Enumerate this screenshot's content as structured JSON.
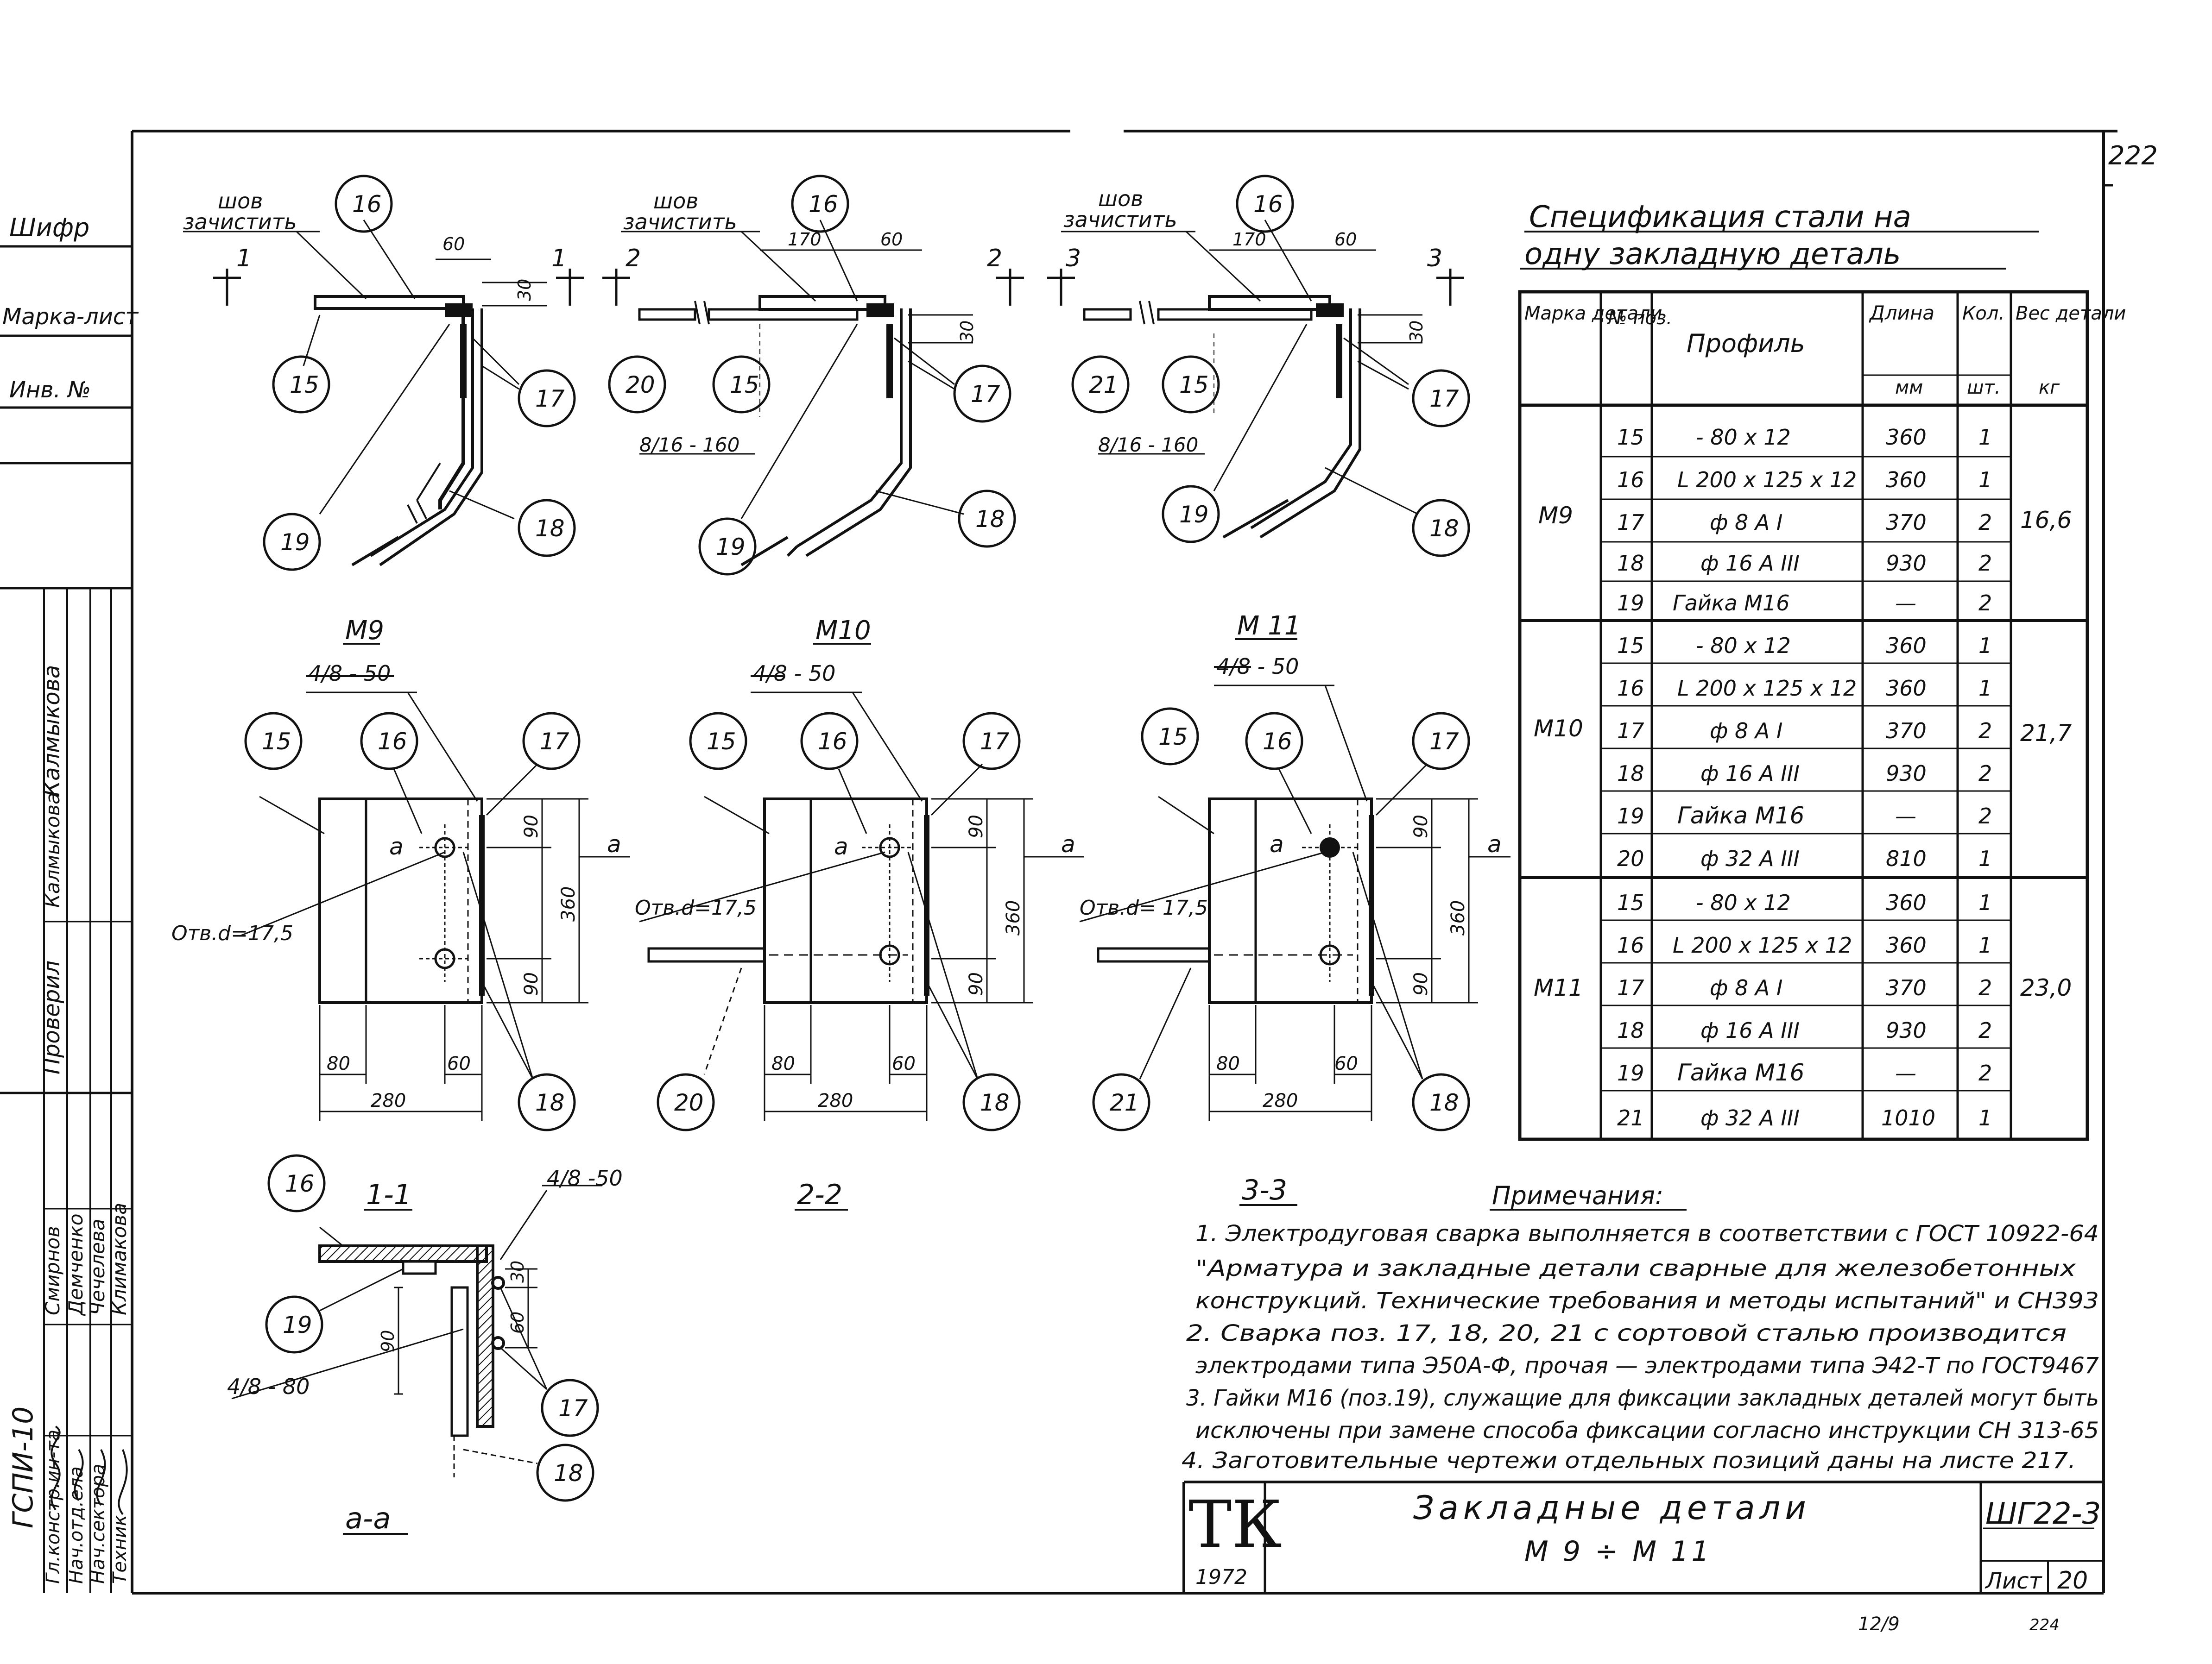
{
  "sheet_number": "222",
  "stamp": {
    "cipher": "Шифр",
    "mark_sheet": "Марка-лист",
    "inv_no": "Инв. №",
    "org": "ГСПИ-10",
    "checked_label": "Проверил",
    "checked_name": "Калмыкова",
    "checked_name2": "Калмыкова",
    "roles": [
      "Гл.констр.ин-та",
      "Нач.отд.ела",
      "Нач.сектора",
      "Техник"
    ],
    "names": [
      "Смирнов",
      "Демченко",
      "Чечелева",
      "Климакова"
    ]
  },
  "sections": {
    "s1": {
      "label": "1",
      "weld": "шов\nзачистить",
      "dims": [
        "60",
        "30"
      ],
      "callouts": [
        "16",
        "15",
        "17",
        "19",
        "18"
      ]
    },
    "s2": {
      "label": "2",
      "weld": "шов\nзачистить",
      "dims": [
        "170",
        "60",
        "30"
      ],
      "weld_note": "8/16 - 160",
      "callouts": [
        "16",
        "20",
        "15",
        "17",
        "19",
        "18"
      ]
    },
    "s3": {
      "label": "3",
      "weld": "шов\nзачистить",
      "dims": [
        "170",
        "60",
        "30"
      ],
      "weld_note": "8/16 - 160",
      "callouts": [
        "16",
        "21",
        "15",
        "17",
        "19",
        "18"
      ]
    }
  },
  "plans": {
    "m9": {
      "title": "М9",
      "weld": "4/8 - 50",
      "hole": "Отв.d=17,5",
      "dims": [
        "90",
        "360",
        "90",
        "80",
        "60",
        "280"
      ],
      "section_mark": "а",
      "callouts": [
        "15",
        "16",
        "17",
        "18"
      ]
    },
    "m10": {
      "title": "М10",
      "weld": "4/8 - 50",
      "hole": "Отв.d=17,5",
      "dims": [
        "90",
        "360",
        "90",
        "80",
        "60",
        "280"
      ],
      "section_mark": "а",
      "callouts": [
        "15",
        "16",
        "17",
        "20",
        "18"
      ]
    },
    "m11": {
      "title": "М 11",
      "weld": "4/8 - 50",
      "hole": "Отв.d= 17,5",
      "dims": [
        "90",
        "360",
        "90",
        "80",
        "60",
        "280"
      ],
      "section_mark": "а",
      "callouts": [
        "15",
        "16",
        "17",
        "21",
        "18"
      ]
    }
  },
  "views": {
    "v11": "1-1",
    "v22": "2-2",
    "v33": "3-3",
    "vaa": "а-а",
    "aa_weld1": "4/8 -50",
    "aa_weld2": "4/8 - 80",
    "aa_dims": [
      "30",
      "60",
      "90"
    ],
    "aa_callouts": [
      "16",
      "19",
      "17",
      "18"
    ]
  },
  "spec": {
    "title1": "Спецификация стали на",
    "title2": "одну закладную деталь",
    "headers": {
      "mark": "Марка детали",
      "pos": "№ поз.",
      "profile": "Профиль",
      "length": "Длина",
      "length_unit": "мм",
      "qty": "Кол.",
      "qty_unit": "шт.",
      "weight": "Вес детали",
      "weight_unit": "кг"
    },
    "groups": [
      {
        "mark": "М9",
        "weight": "16,6",
        "rows": [
          {
            "pos": "15",
            "profile": "- 80 x 12",
            "length": "360",
            "qty": "1"
          },
          {
            "pos": "16",
            "profile": "L 200 x 125 x 12",
            "length": "360",
            "qty": "1"
          },
          {
            "pos": "17",
            "profile": "ф 8 А I",
            "length": "370",
            "qty": "2"
          },
          {
            "pos": "18",
            "profile": "ф 16 А III",
            "length": "930",
            "qty": "2"
          },
          {
            "pos": "19",
            "profile": "Гайка М16",
            "length": "—",
            "qty": "2"
          }
        ]
      },
      {
        "mark": "М10",
        "weight": "21,7",
        "rows": [
          {
            "pos": "15",
            "profile": "- 80 x 12",
            "length": "360",
            "qty": "1"
          },
          {
            "pos": "16",
            "profile": "L 200 x 125 x 12",
            "length": "360",
            "qty": "1"
          },
          {
            "pos": "17",
            "profile": "ф 8 А I",
            "length": "370",
            "qty": "2"
          },
          {
            "pos": "18",
            "profile": "ф 16 А III",
            "length": "930",
            "qty": "2"
          },
          {
            "pos": "19",
            "profile": "Гайка М16",
            "length": "—",
            "qty": "2"
          },
          {
            "pos": "20",
            "profile": "ф 32 А III",
            "length": "810",
            "qty": "1"
          }
        ]
      },
      {
        "mark": "М11",
        "weight": "23,0",
        "rows": [
          {
            "pos": "15",
            "profile": "- 80 x 12",
            "length": "360",
            "qty": "1"
          },
          {
            "pos": "16",
            "profile": "L 200 x 125 x 12",
            "length": "360",
            "qty": "1"
          },
          {
            "pos": "17",
            "profile": "ф 8 А I",
            "length": "370",
            "qty": "2"
          },
          {
            "pos": "18",
            "profile": "ф 16 А III",
            "length": "930",
            "qty": "2"
          },
          {
            "pos": "19",
            "profile": "Гайка М16",
            "length": "—",
            "qty": "2"
          },
          {
            "pos": "21",
            "profile": "ф 32 А III",
            "length": "1010",
            "qty": "1"
          }
        ]
      }
    ]
  },
  "notes": {
    "title": "Примечания:",
    "lines": [
      "1. Электродуговая сварка выполняется в соответствии с ГОСТ 10922-64",
      "\"Арматура и закладные детали сварные для железобетонных",
      "конструкций. Технические требования и методы испытаний\" и СН393",
      "2. Сварка поз. 17, 18, 20, 21 с сортовой сталью производится",
      "электродами типа Э50А-Ф, прочая — электродами типа Э42-Т по ГОСТ9467",
      "3. Гайки М16 (поз.19), служащие для фиксации закладных деталей могут быть",
      "исключены при замене способа фиксации согласно инструкции СН 313-65",
      "4. Заготовительные чертежи отдельных позиций даны на листе 217."
    ]
  },
  "title_block": {
    "logo": "ТК",
    "year": "1972",
    "title": "Закладные детали",
    "subtitle": "М 9 ÷ М 11",
    "code": "ШГ22-3",
    "sheet_label": "Лист",
    "sheet_no": "20"
  },
  "footer": {
    "left": "12/9",
    "right": "224"
  }
}
